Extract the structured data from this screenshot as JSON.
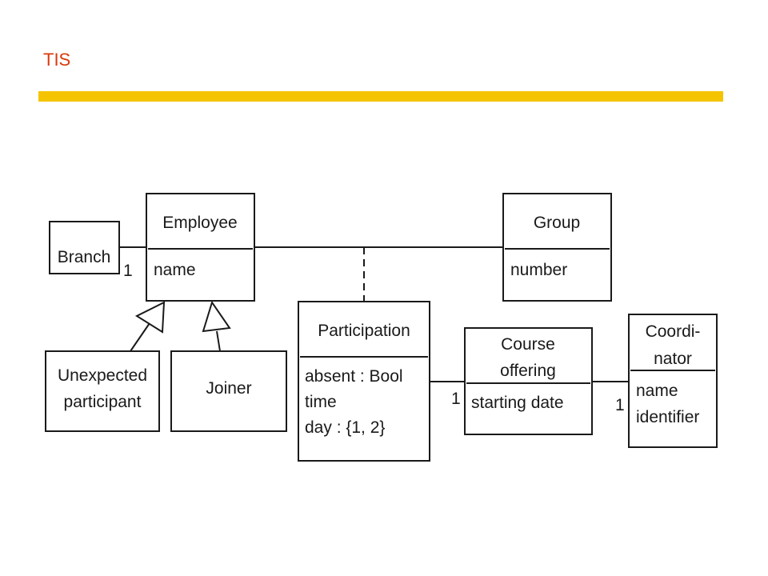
{
  "slide": {
    "title": "TIS",
    "title_color": "#d83a0c",
    "bar_color": "#f5c400"
  },
  "diagram": {
    "classes": {
      "branch": {
        "name": "Branch"
      },
      "employee": {
        "name": "Employee",
        "attributes": [
          "name"
        ]
      },
      "group": {
        "name": "Group",
        "attributes": [
          "number"
        ]
      },
      "participation": {
        "name": "Participation",
        "attributes": [
          "absent : Bool",
          "time",
          "day : {1, 2}"
        ]
      },
      "course_offering": {
        "name_lines": [
          "Course",
          "offering"
        ],
        "attributes": [
          "starting date"
        ]
      },
      "coordinator": {
        "name_lines": [
          "Coordi-",
          "nator"
        ],
        "attributes": [
          "name",
          "identifier"
        ]
      },
      "unexpected_participant": {
        "name_lines": [
          "Unexpected",
          "participant"
        ]
      },
      "joiner": {
        "name": "Joiner"
      }
    },
    "multiplicities": {
      "branch_employee": "1",
      "participation_course": "1",
      "course_coordinator": "1"
    }
  }
}
